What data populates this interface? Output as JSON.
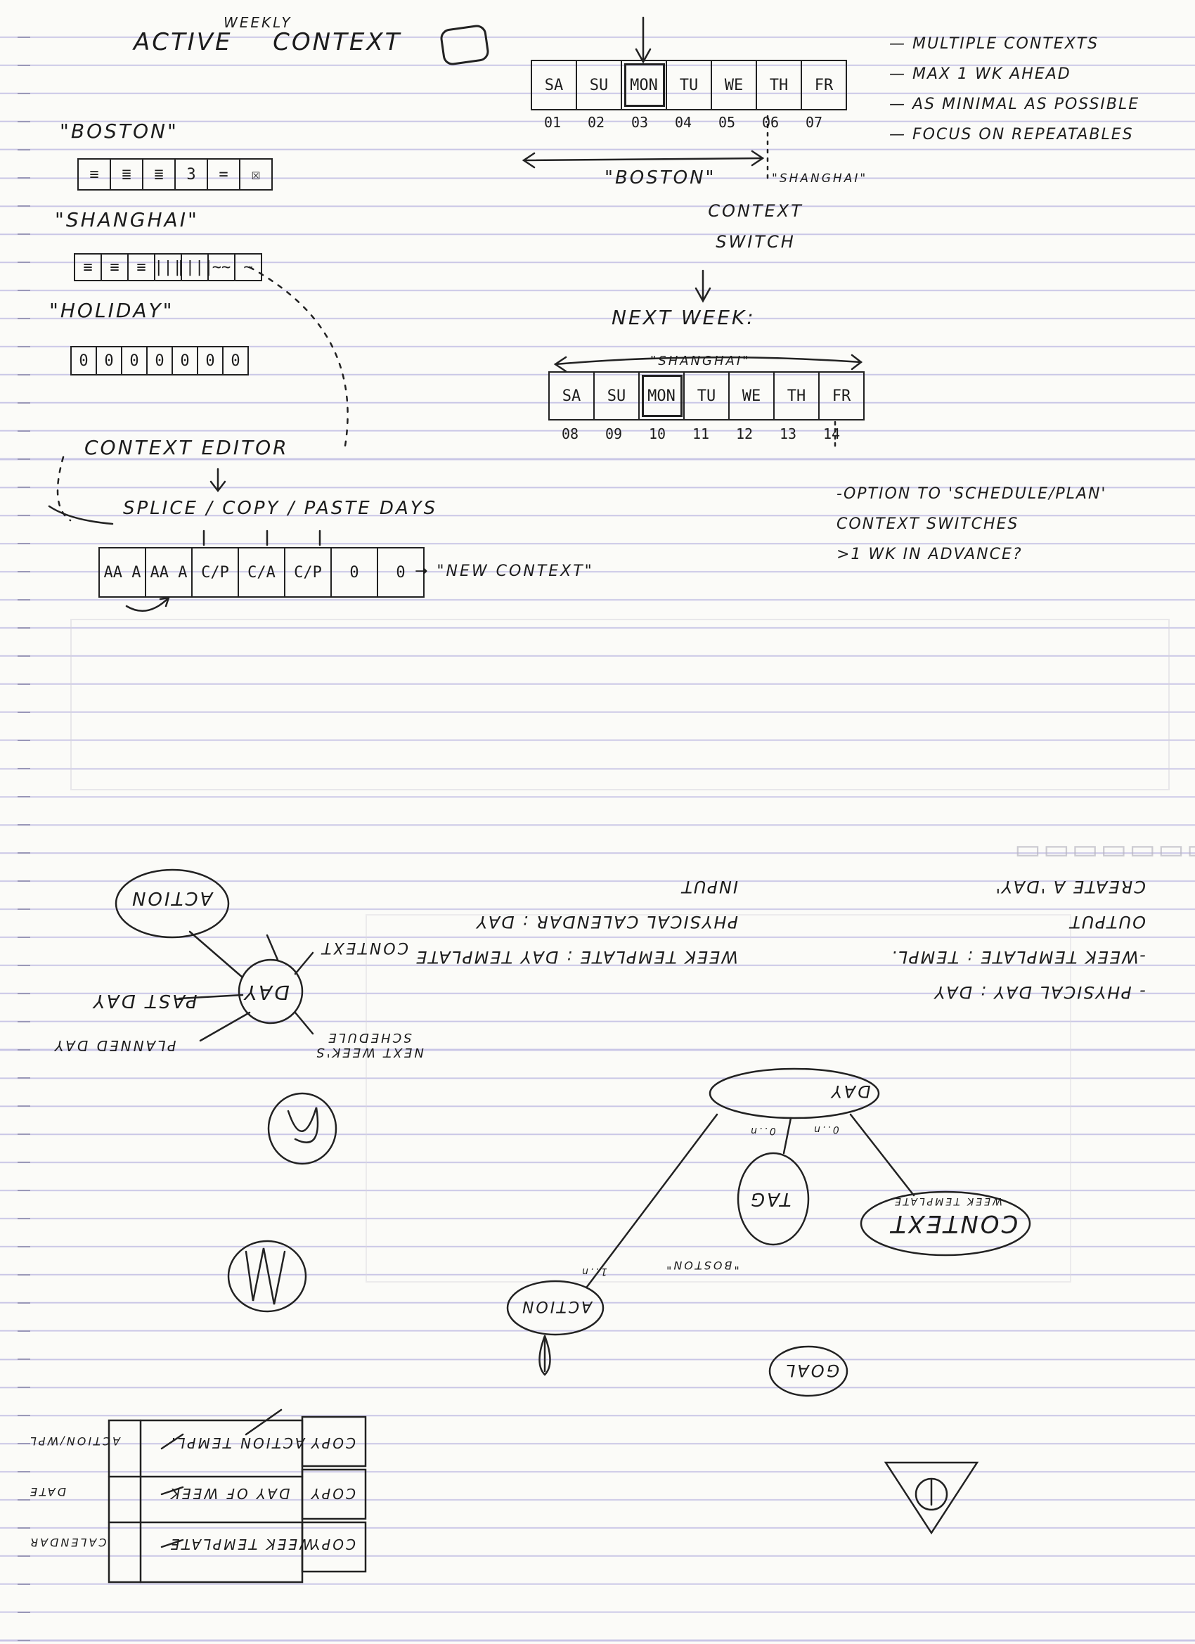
{
  "title": {
    "word1": "ACTIVE",
    "insert": "WEEKLY",
    "word2": "CONTEXT"
  },
  "contexts": [
    {
      "name": "\"BOSTON\"",
      "cells": [
        "≡",
        "≣",
        "≣",
        "3",
        "=",
        "☒"
      ]
    },
    {
      "name": "\"SHANGHAI\"",
      "cells": [
        "≡",
        "≡",
        "≡",
        "|||",
        "||||",
        "~~",
        "~"
      ]
    },
    {
      "name": "\"HOLIDAY\"",
      "cells": [
        "0",
        "0",
        "0",
        "0",
        "0",
        "0",
        "0"
      ]
    }
  ],
  "week1": {
    "days": [
      "SA",
      "SU",
      "MON",
      "TU",
      "WE",
      "TH",
      "FR"
    ],
    "dates": [
      "01",
      "02",
      "03",
      "04",
      "05",
      "06",
      "07"
    ],
    "left_context": "\"BOSTON\"",
    "right_context": "\"SHANGHAI\"",
    "switch_label": "CONTEXT SWITCH"
  },
  "notes": [
    "— MULTIPLE CONTEXTS",
    "— MAX 1 WK AHEAD",
    "— AS MINIMAL AS POSSIBLE",
    "— FOCUS ON REPEATABLES"
  ],
  "next_week": {
    "label": "NEXT WEEK:",
    "context": "\"SHANGHAI\"",
    "days": [
      "SA",
      "SU",
      "MON",
      "TU",
      "WE",
      "TH",
      "FR"
    ],
    "dates": [
      "08",
      "09",
      "10",
      "11",
      "12",
      "13",
      "14"
    ]
  },
  "option_note": [
    "-OPTION TO 'SCHEDULE/PLAN'",
    "CONTEXT SWITCHES",
    ">1 WK IN ADVANCE?"
  ],
  "editor": {
    "title": "CONTEXT EDITOR",
    "subtitle": "SPLICE / COPY / PASTE DAYS",
    "cells": [
      "AA A",
      "AA A",
      "C/P",
      "C/A",
      "C/P",
      "0",
      "0"
    ],
    "result": "→ \"NEW CONTEXT\""
  },
  "upside_down": {
    "bullets": [
      "- PHYSICAL DAY : DAY",
      "-WEEK TEMPLATE : TEMPL.",
      "OUTPUT",
      "CREATE A 'DAY'"
    ],
    "center": [
      "WEEK TEMPLATE : DAY TEMPLATE",
      "PHYSICAL CALENDAR : DAY",
      "INPUT"
    ],
    "day_cluster": {
      "action": "ACTION",
      "day": "DAY",
      "context": "CONTEXT",
      "past": "PAST DAY",
      "planned": "PLANNED DAY",
      "next": "NEXT WEEK'S SCHEDULE"
    },
    "graph": {
      "day": "DAY",
      "tag": "TAG",
      "context": "CONTEXT",
      "context_sub": "WEEK TEMPLATE",
      "action": "ACTION",
      "goal": "GOAL",
      "edge_label_1": "0..n",
      "edge_label_2": "0..n",
      "edge_label_3": "1..n",
      "boston": "\"BOSTON\""
    },
    "table": {
      "rows": [
        {
          "copy": "COPY",
          "label": "ACTION TEMPL.",
          "right": "ACTION/WPL"
        },
        {
          "copy": "COPY",
          "label": "DAY OF WEEK",
          "right": "DATE"
        },
        {
          "copy": "COPY",
          "label": "WEEK TEMPLATE",
          "right": "CALENDAR"
        }
      ]
    }
  }
}
